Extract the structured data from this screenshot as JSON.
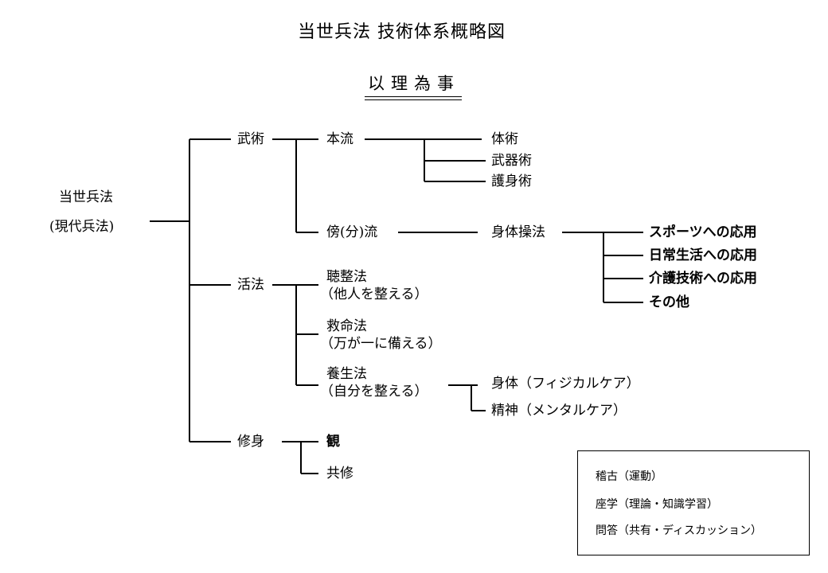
{
  "title": "当世兵法 技術体系概略図",
  "motto": "以理為事",
  "root": {
    "line1": "当世兵法",
    "line2": "(現代兵法)"
  },
  "bujutsu": {
    "label": "武術",
    "honryu": {
      "label": "本流",
      "children": [
        "体術",
        "武器術",
        "護身術"
      ]
    },
    "boryu": {
      "label": "傍(分)流",
      "shintai": "身体操法",
      "children": [
        "スポーツへの応用",
        "日常生活への応用",
        "介護技術への応用",
        "その他"
      ]
    }
  },
  "kappo": {
    "label": "活法",
    "choseiho": {
      "label": "聴整法",
      "sub": "（他人を整える）"
    },
    "kyumeiho": {
      "label": "救命法",
      "sub": "（万が一に備える）"
    },
    "yojoho": {
      "label": "養生法",
      "sub": "（自分を整える）",
      "children": [
        "身体（フィジカルケア）",
        "精神（メンタルケア）"
      ]
    }
  },
  "shushin": {
    "label": "修身",
    "children": [
      "観",
      "共修"
    ]
  },
  "legend": [
    "稽古（運動）",
    "座学（理論・知識学習）",
    "問答（共有・ディスカッション）"
  ]
}
